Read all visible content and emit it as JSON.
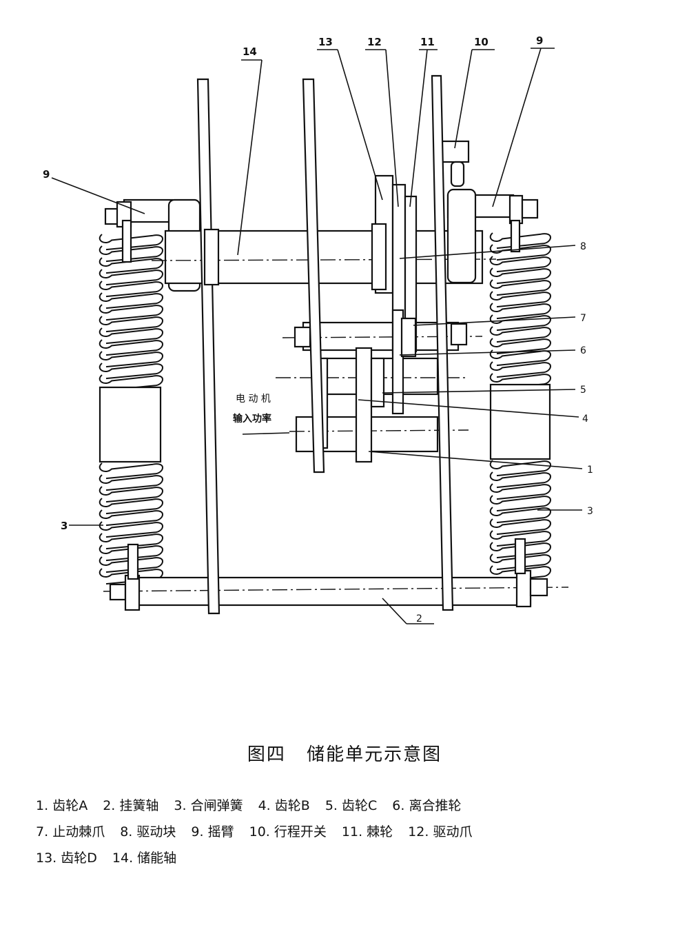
{
  "figure": {
    "caption_number": "图四",
    "caption_title": "储能单元示意图",
    "callouts": {
      "top": [
        "14",
        "13",
        "12",
        "11",
        "10",
        "9"
      ],
      "left_9": "9",
      "left_3": "3",
      "right": [
        "8",
        "7",
        "6",
        "5",
        "4",
        "1",
        "3"
      ],
      "bottom_2": "2"
    },
    "motor_label_line1": "电 动 机",
    "motor_label_line2": "输入功率"
  },
  "legend": [
    {
      "num": "1.",
      "text": "齿轮A"
    },
    {
      "num": "2.",
      "text": "挂簧轴"
    },
    {
      "num": "3.",
      "text": "合闸弹簧"
    },
    {
      "num": "4.",
      "text": "齿轮B"
    },
    {
      "num": "5.",
      "text": "齿轮C"
    },
    {
      "num": "6.",
      "text": "离合推轮"
    },
    {
      "num": "7.",
      "text": "止动棘爪"
    },
    {
      "num": "8.",
      "text": "驱动块"
    },
    {
      "num": "9.",
      "text": "摇臂"
    },
    {
      "num": "10.",
      "text": "行程开关"
    },
    {
      "num": "11.",
      "text": "棘轮"
    },
    {
      "num": "12.",
      "text": "驱动爪"
    },
    {
      "num": "13.",
      "text": "齿轮D"
    },
    {
      "num": "14.",
      "text": "储能轴"
    }
  ]
}
